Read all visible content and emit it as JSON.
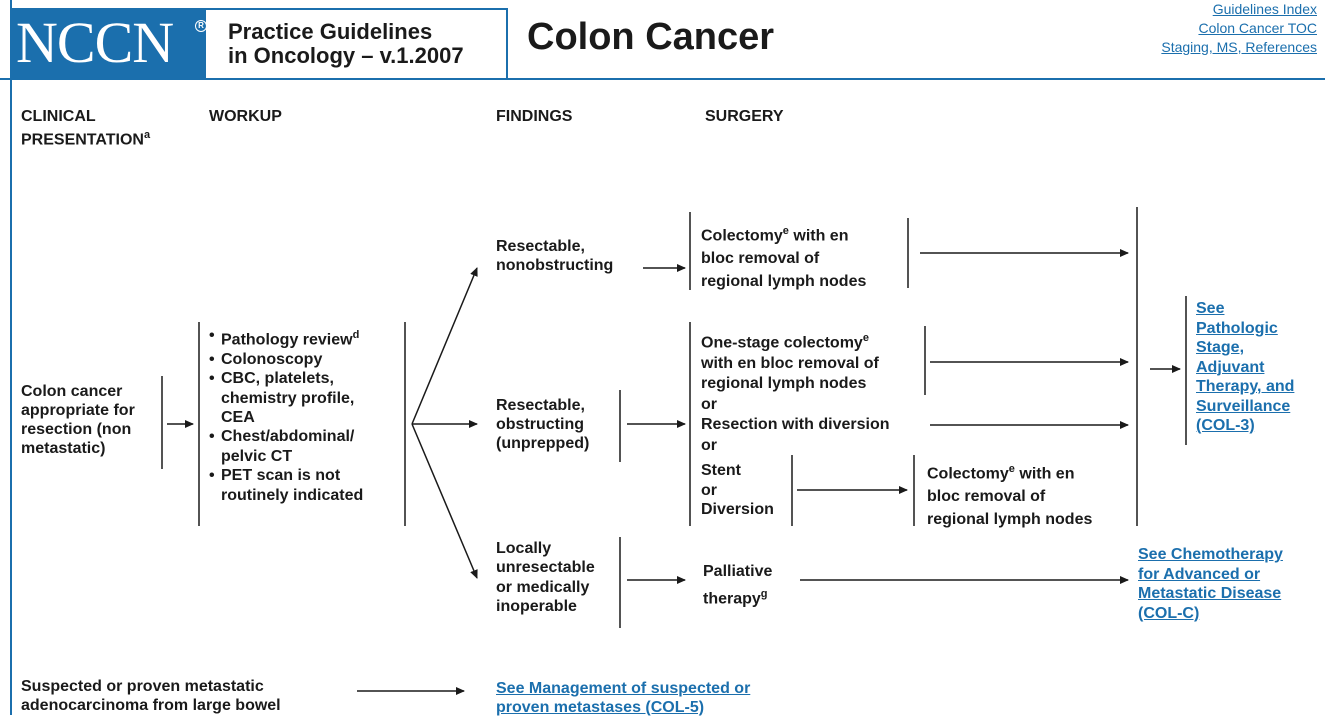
{
  "header": {
    "logo": "NCCN",
    "registered_mark": "R",
    "practice_line1": "Practice Guidelines",
    "practice_line2": "in Oncology – v.1.2007",
    "title": "Colon Cancer",
    "links": [
      "Guidelines Index",
      "Colon Cancer TOC",
      "Staging, MS, References"
    ]
  },
  "columns": {
    "clinical_line1": "CLINICAL",
    "clinical_line2": "PRESENTATION",
    "clinical_sup": "a",
    "workup": "WORKUP",
    "findings": "FINDINGS",
    "surgery": "SURGERY"
  },
  "presentation": {
    "lines": [
      "Colon cancer",
      "appropriate for",
      "resection (non",
      "metastatic)"
    ]
  },
  "workup": {
    "items": [
      {
        "text": "Pathology review",
        "sup": "d"
      },
      {
        "text": "Colonoscopy",
        "sup": ""
      },
      {
        "text": "CBC, platelets, chemistry profile, CEA",
        "sup": ""
      },
      {
        "text": "Chest/abdominal/ pelvic CT",
        "sup": ""
      },
      {
        "text": "PET scan is not routinely indicated",
        "sup": ""
      }
    ]
  },
  "findings": {
    "resectable_non": [
      "Resectable,",
      "nonobstructing"
    ],
    "resectable_obs": [
      "Resectable,",
      "obstructing",
      "(unprepped)"
    ],
    "unresectable": [
      "Locally",
      "unresectable",
      "or medically",
      "inoperable"
    ]
  },
  "surgery": {
    "colectomy1": {
      "l1": "Colectomy",
      "sup": "e",
      "l1b": " with en",
      "l2": "bloc removal of",
      "l3": "regional lymph nodes"
    },
    "onestage": {
      "l1": "One-stage colectomy",
      "sup": "e",
      "l2": "with en bloc removal of",
      "l3": "regional lymph nodes"
    },
    "or1": "or",
    "resection_diversion": "Resection with diversion",
    "or2": "or",
    "stent": [
      "Stent",
      "or",
      "Diversion"
    ],
    "colectomy2": {
      "l1": "Colectomy",
      "sup": "e",
      "l1b": " with en",
      "l2": "bloc removal of",
      "l3": "regional lymph nodes"
    },
    "palliative": {
      "l1": "Palliative",
      "l2": "therapy",
      "sup": "g"
    }
  },
  "outcomes": {
    "see_pathologic": [
      "See",
      "Pathologic",
      "Stage,",
      "Adjuvant",
      "Therapy, and",
      "Surveillance",
      "(COL-3)"
    ],
    "see_chemo": [
      "See Chemotherapy",
      "for Advanced or",
      "Metastatic Disease",
      "(COL-C)"
    ]
  },
  "metastatic": {
    "lines": [
      "Suspected or proven metastatic",
      "adenocarcinoma from large bowel"
    ],
    "link_lines": [
      "See Management of suspected or",
      "proven metastases (COL-5)"
    ]
  }
}
